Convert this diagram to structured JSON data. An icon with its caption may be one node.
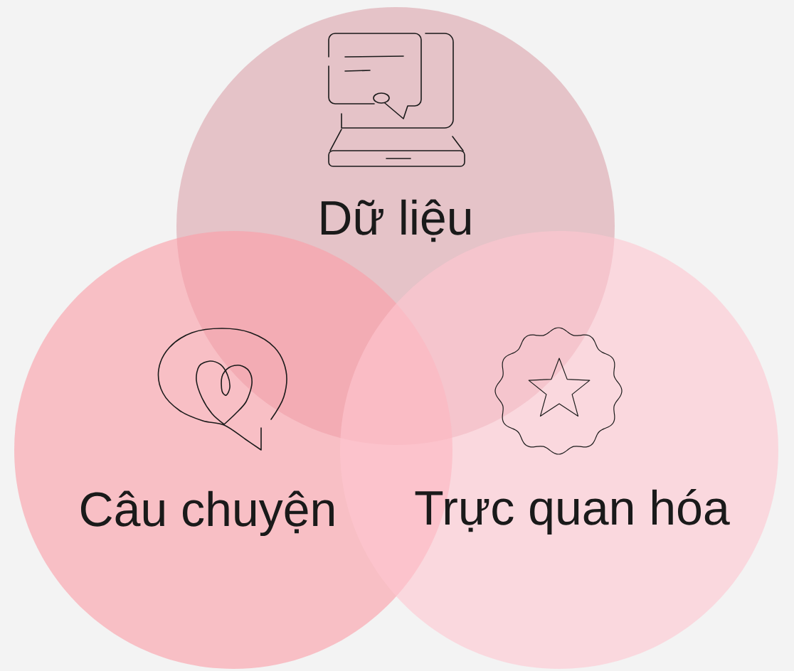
{
  "diagram": {
    "nodes": [
      {
        "text": [
          "Dữ liệu"
        ]
      },
      {
        "text": [
          "Câu chuyện"
        ]
      },
      {
        "text": [
          "Trực quan hóa"
        ]
      }
    ]
  }
}
